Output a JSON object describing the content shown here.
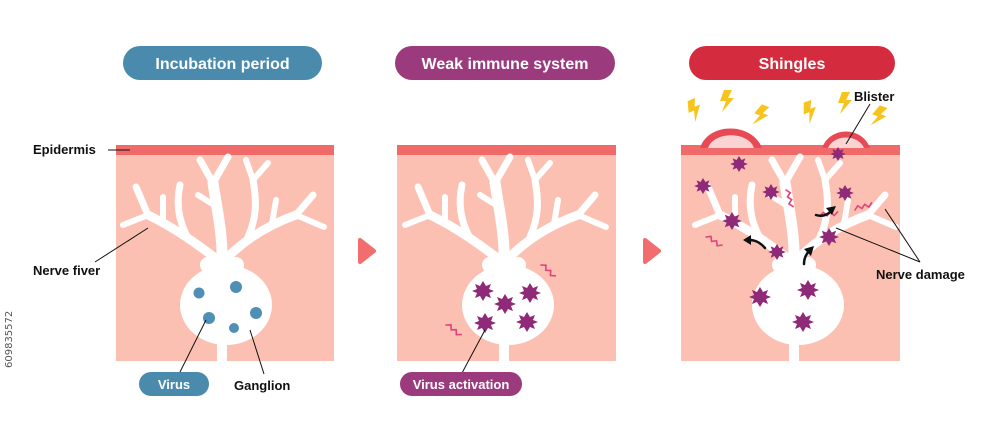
{
  "panels": [
    {
      "title": "Incubation period",
      "color": "#4a8aad"
    },
    {
      "title": "Weak immune system",
      "color": "#9b3a7d"
    },
    {
      "title": "Shingles",
      "color": "#d42c3e"
    }
  ],
  "labels": {
    "epidermis": "Epidermis",
    "nerve_fiber": "Nerve fiver",
    "virus": "Virus",
    "ganglion": "Ganglion",
    "virus_activation": "Virus activation",
    "blister": "Blister",
    "nerve_damage": "Nerve damage"
  },
  "stock_id": "609835572",
  "colors": {
    "skin": "#fbc0b1",
    "epidermis": "#f16a6a",
    "virus_blue": "#4f8fb6",
    "virus_purple": "#8e2a77",
    "arrow": "#f26d6d",
    "lightning": "#f7c31d"
  }
}
